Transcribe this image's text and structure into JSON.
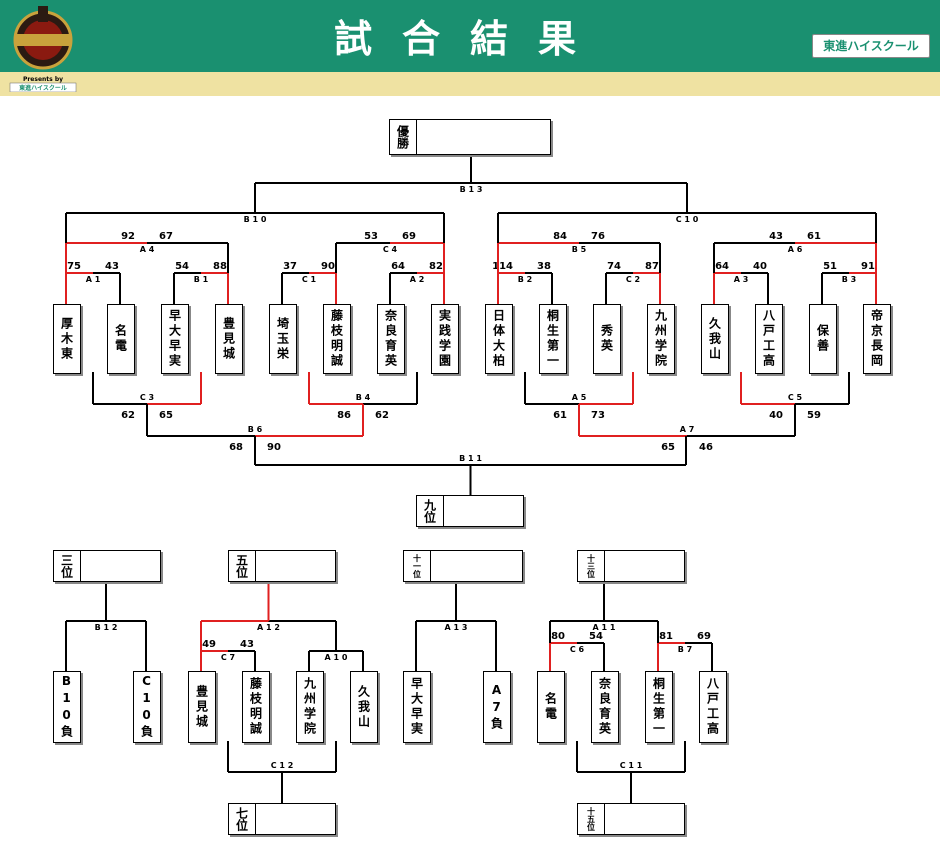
{
  "header": {
    "title": "試合結果",
    "brand": "東進ハイスクール"
  },
  "logo": {
    "presents": "Presents by",
    "brand": "東進ハイスクール"
  },
  "ranks": {
    "champion": "優勝",
    "ninth": "九位",
    "third": "三位",
    "fifth": "五位",
    "eleventh": "十一位",
    "thirteenth": "十三位",
    "seventh": "七位",
    "fifteenth": "十五位"
  },
  "main": {
    "teams": [
      "厚木東",
      "名電",
      "早大早実",
      "豊見城",
      "埼玉栄",
      "藤枝明誠",
      "奈良育英",
      "実践学園",
      "日体大柏",
      "桐生第一",
      "秀英",
      "九州学院",
      "久我山",
      "八戸工高",
      "保善",
      "帝京長岡"
    ],
    "r1": [
      {
        "id": "A1",
        "scores": [
          "75",
          "43"
        ]
      },
      {
        "id": "B1",
        "scores": [
          "54",
          "88"
        ]
      },
      {
        "id": "C1",
        "scores": [
          "37",
          "90"
        ]
      },
      {
        "id": "A2",
        "scores": [
          "64",
          "82"
        ]
      },
      {
        "id": "B2",
        "scores": [
          "114",
          "38"
        ]
      },
      {
        "id": "C2",
        "scores": [
          "74",
          "87"
        ]
      },
      {
        "id": "A3",
        "scores": [
          "64",
          "40"
        ]
      },
      {
        "id": "B3",
        "scores": [
          "51",
          "91"
        ]
      }
    ],
    "r2": [
      {
        "id": "A4",
        "scores": [
          "92",
          "67"
        ]
      },
      {
        "id": "C4",
        "scores": [
          "53",
          "69"
        ]
      },
      {
        "id": "B5",
        "scores": [
          "84",
          "76"
        ]
      },
      {
        "id": "A6",
        "scores": [
          "43",
          "61"
        ]
      }
    ],
    "semis": [
      {
        "id": "B10"
      },
      {
        "id": "C10"
      }
    ],
    "final": {
      "id": "B13"
    },
    "lr1": [
      {
        "id": "C3",
        "scores": [
          "62",
          "65"
        ]
      },
      {
        "id": "B4",
        "scores": [
          "86",
          "62"
        ]
      },
      {
        "id": "A5",
        "scores": [
          "61",
          "73"
        ]
      },
      {
        "id": "C5",
        "scores": [
          "40",
          "59"
        ]
      }
    ],
    "lr2": [
      {
        "id": "B6",
        "scores": [
          "68",
          "90"
        ]
      },
      {
        "id": "A7",
        "scores": [
          "65",
          "46"
        ]
      }
    ],
    "lfinal": {
      "id": "B11"
    }
  },
  "sub3": {
    "id": "B12",
    "teams": [
      "B10負",
      "C10負"
    ]
  },
  "sub5": {
    "teams": [
      "豊見城",
      "藤枝明誠",
      "九州学院",
      "久我山"
    ],
    "r1": [
      {
        "id": "C7",
        "scores": [
          "49",
          "43"
        ]
      },
      {
        "id": "A10",
        "scores": [
          "",
          ""
        ]
      }
    ],
    "final": {
      "id": "A12"
    },
    "lower": {
      "id": "C12"
    }
  },
  "sub11": {
    "id": "A13",
    "teams": [
      "早大早実",
      "A7負"
    ]
  },
  "sub13": {
    "teams": [
      "名電",
      "奈良育英",
      "桐生第一",
      "八戸工高"
    ],
    "r1": [
      {
        "id": "C6",
        "scores": [
          "80",
          "54"
        ]
      },
      {
        "id": "B7",
        "scores": [
          "81",
          "69"
        ]
      }
    ],
    "final": {
      "id": "A11"
    },
    "lower": {
      "id": "C11"
    }
  },
  "colors": {
    "header": "#1a9070",
    "subbar": "#efe2a2",
    "win": "#e02020",
    "line": "#000000"
  }
}
